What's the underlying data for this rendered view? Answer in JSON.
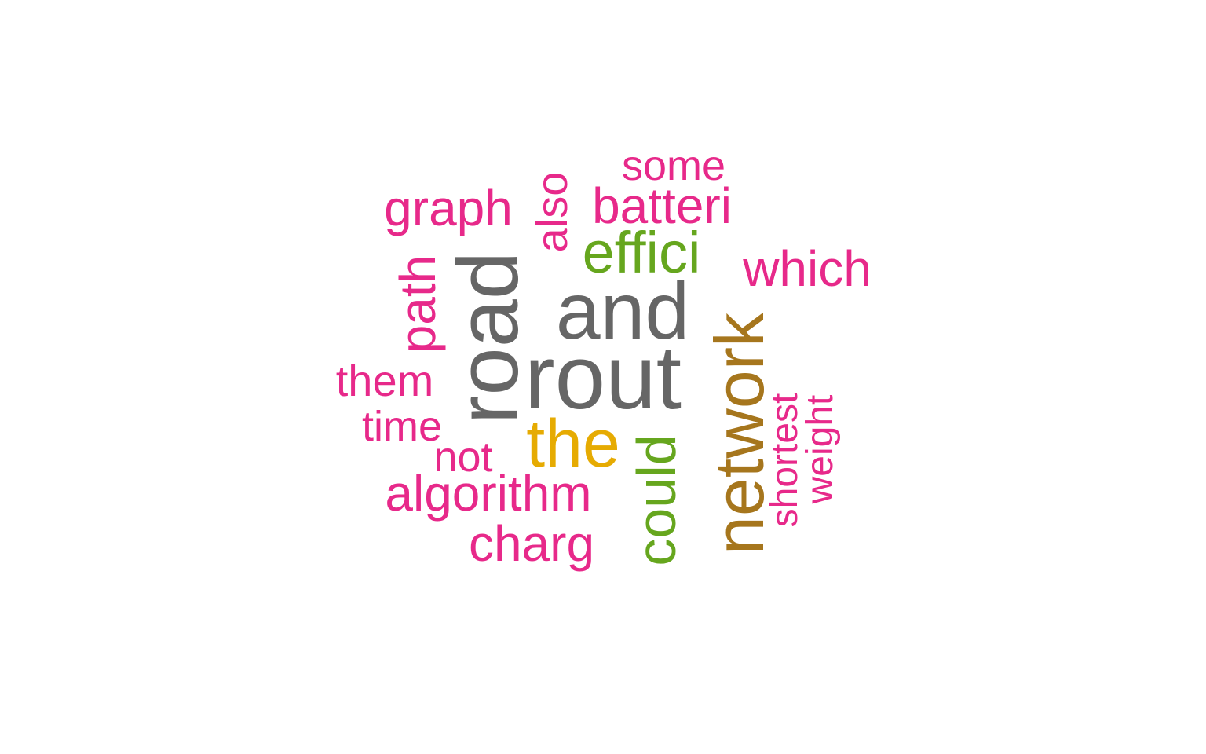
{
  "wordcloud": {
    "colors": {
      "gray": "#666666",
      "pink": "#E7298A",
      "green": "#66A61E",
      "gold": "#E6AB02",
      "brown": "#A6761D"
    },
    "words": [
      {
        "text": "rout",
        "color": "#666666",
        "rotated": false
      },
      {
        "text": "road",
        "color": "#666666",
        "rotated": true
      },
      {
        "text": "and",
        "color": "#666666",
        "rotated": false
      },
      {
        "text": "network",
        "color": "#A6761D",
        "rotated": true
      },
      {
        "text": "the",
        "color": "#E6AB02",
        "rotated": false
      },
      {
        "text": "could",
        "color": "#66A61E",
        "rotated": true
      },
      {
        "text": "effici",
        "color": "#66A61E",
        "rotated": false
      },
      {
        "text": "batteri",
        "color": "#E7298A",
        "rotated": false
      },
      {
        "text": "graph",
        "color": "#E7298A",
        "rotated": false
      },
      {
        "text": "which",
        "color": "#E7298A",
        "rotated": false
      },
      {
        "text": "algorithm",
        "color": "#E7298A",
        "rotated": false
      },
      {
        "text": "charg",
        "color": "#E7298A",
        "rotated": false
      },
      {
        "text": "path",
        "color": "#E7298A",
        "rotated": true
      },
      {
        "text": "also",
        "color": "#E7298A",
        "rotated": true
      },
      {
        "text": "some",
        "color": "#E7298A",
        "rotated": false
      },
      {
        "text": "them",
        "color": "#E7298A",
        "rotated": false
      },
      {
        "text": "time",
        "color": "#E7298A",
        "rotated": false
      },
      {
        "text": "not",
        "color": "#E7298A",
        "rotated": false
      },
      {
        "text": "shortest",
        "color": "#E7298A",
        "rotated": true
      },
      {
        "text": "weight",
        "color": "#E7298A",
        "rotated": true
      }
    ]
  }
}
